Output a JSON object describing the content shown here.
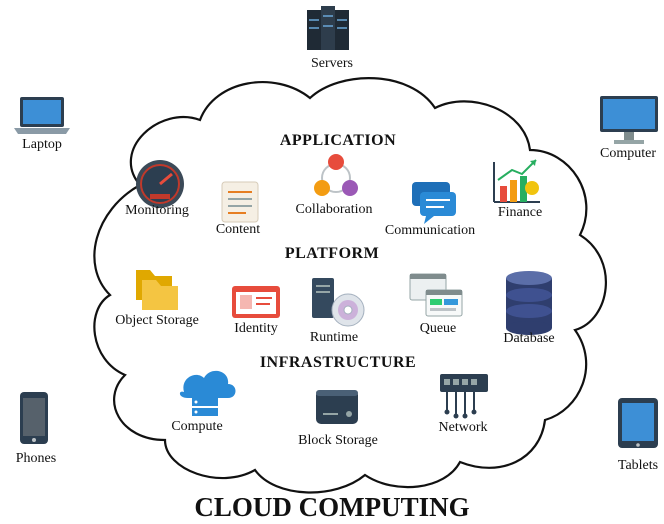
{
  "title": "CLOUD COMPUTING",
  "devices": {
    "servers": "Servers",
    "laptop": "Laptop",
    "computer": "Computer",
    "phones": "Phones",
    "tablets": "Tablets"
  },
  "sections": {
    "application": {
      "title": "APPLICATION",
      "items": [
        "Monitoring",
        "Content",
        "Collaboration",
        "Communication",
        "Finance"
      ]
    },
    "platform": {
      "title": "PLATFORM",
      "items": [
        "Object Storage",
        "Identity",
        "Runtime",
        "Queue",
        "Database"
      ]
    },
    "infrastructure": {
      "title": "INFRASTRUCTURE",
      "items": [
        "Compute",
        "Block Storage",
        "Network"
      ]
    }
  },
  "icons": {
    "servers": "server-rack-icon",
    "laptop": "laptop-icon",
    "computer": "monitor-icon",
    "phones": "phone-icon",
    "tablets": "tablet-icon",
    "monitoring": "gauge-icon",
    "content": "document-icon",
    "collaboration": "collaboration-icon",
    "communication": "chat-icon",
    "finance": "finance-chart-icon",
    "object_storage": "folder-icon",
    "identity": "id-card-icon",
    "runtime": "runtime-disc-icon",
    "queue": "queue-windows-icon",
    "database": "database-icon",
    "compute": "cloud-compute-icon",
    "block_storage": "block-storage-icon",
    "network": "network-switch-icon"
  },
  "colors": {
    "cloud_outline": "#111111",
    "accent_blue": "#2a8ad6",
    "accent_red": "#e0412b",
    "accent_orange": "#f39c12"
  }
}
